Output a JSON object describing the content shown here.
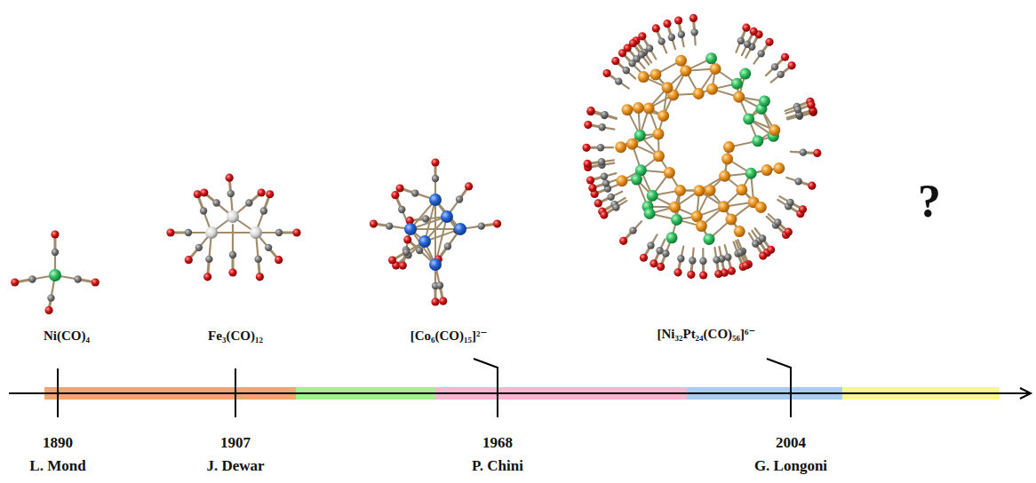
{
  "diagram": {
    "labels": [
      "Ni(CO)₄",
      "Fe₃(CO)₁₂",
      "[Co₆(CO)₁₅]²⁻",
      "[Ni₃₂Pt₂₄(CO)₅₆]⁶⁻",
      "?",
      "1890",
      "1907",
      "1968",
      "2004",
      "L. Mond",
      "J. Dewar",
      "P. Chini",
      "G. Longoni"
    ]
  }
}
